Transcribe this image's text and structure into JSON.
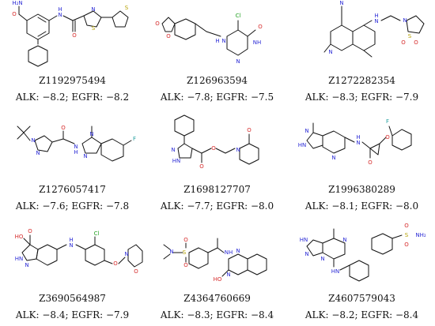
{
  "compounds": [
    {
      "id": "Z1192975494",
      "alk": "−8.2",
      "egfr": "−8.2",
      "atoms": [
        {
          "t": "H₂N",
          "c": "#2b2bd6"
        },
        {
          "t": "O",
          "c": "#d62b2b"
        },
        {
          "t": "N",
          "c": "#2b2bd6"
        },
        {
          "t": "H",
          "c": "#2b2bd6"
        },
        {
          "t": "O",
          "c": "#d62b2b"
        },
        {
          "t": "S",
          "c": "#b5a000"
        },
        {
          "t": "N",
          "c": "#2b2bd6"
        },
        {
          "t": "S",
          "c": "#b5a000"
        }
      ]
    },
    {
      "id": "Z126963594",
      "alk": "−7.8",
      "egfr": "−7.5",
      "atoms": [
        {
          "t": "O",
          "c": "#d62b2b"
        },
        {
          "t": "O",
          "c": "#d62b2b"
        },
        {
          "t": "H",
          "c": "#2b2bd6"
        },
        {
          "t": "N",
          "c": "#2b2bd6"
        },
        {
          "t": "Cl",
          "c": "#22a022"
        },
        {
          "t": "O",
          "c": "#d62b2b"
        },
        {
          "t": "NH",
          "c": "#2b2bd6"
        },
        {
          "t": "N",
          "c": "#2b2bd6"
        }
      ]
    },
    {
      "id": "Z1272282354",
      "alk": "−8.3",
      "egfr": "−7.9",
      "atoms": [
        {
          "t": "N",
          "c": "#2b2bd6"
        },
        {
          "t": "N",
          "c": "#2b2bd6"
        },
        {
          "t": "H",
          "c": "#2b2bd6"
        },
        {
          "t": "N",
          "c": "#2b2bd6"
        },
        {
          "t": "N",
          "c": "#2b2bd6"
        },
        {
          "t": "S",
          "c": "#b5a000"
        },
        {
          "t": "O",
          "c": "#d62b2b"
        },
        {
          "t": "O",
          "c": "#d62b2b"
        }
      ]
    },
    {
      "id": "Z1276057417",
      "alk": "−7.6",
      "egfr": "−7.8",
      "atoms": [
        {
          "t": "N",
          "c": "#2b2bd6"
        },
        {
          "t": "N",
          "c": "#2b2bd6"
        },
        {
          "t": "O",
          "c": "#d62b2b"
        },
        {
          "t": "N",
          "c": "#2b2bd6"
        },
        {
          "t": "H",
          "c": "#2b2bd6"
        },
        {
          "t": "N",
          "c": "#2b2bd6"
        },
        {
          "t": "N",
          "c": "#2b2bd6"
        },
        {
          "t": "F",
          "c": "#22a0a0"
        }
      ]
    },
    {
      "id": "Z1698127707",
      "alk": "−7.7",
      "egfr": "−8.0",
      "atoms": [
        {
          "t": "N",
          "c": "#2b2bd6"
        },
        {
          "t": "HN",
          "c": "#2b2bd6"
        },
        {
          "t": "O",
          "c": "#d62b2b"
        },
        {
          "t": "O",
          "c": "#d62b2b"
        },
        {
          "t": "N",
          "c": "#2b2bd6"
        },
        {
          "t": "O",
          "c": "#d62b2b"
        }
      ]
    },
    {
      "id": "Z1996380289",
      "alk": "−8.1",
      "egfr": "−8.0",
      "atoms": [
        {
          "t": "N",
          "c": "#2b2bd6"
        },
        {
          "t": "HN",
          "c": "#2b2bd6"
        },
        {
          "t": "N",
          "c": "#2b2bd6"
        },
        {
          "t": "H",
          "c": "#2b2bd6"
        },
        {
          "t": "N",
          "c": "#2b2bd6"
        },
        {
          "t": "O",
          "c": "#d62b2b"
        },
        {
          "t": "O",
          "c": "#d62b2b"
        },
        {
          "t": "F",
          "c": "#22a0a0"
        }
      ]
    },
    {
      "id": "Z3690564987",
      "alk": "−8.4",
      "egfr": "−7.9",
      "atoms": [
        {
          "t": "HO",
          "c": "#d62b2b"
        },
        {
          "t": "O",
          "c": "#d62b2b"
        },
        {
          "t": "HN",
          "c": "#2b2bd6"
        },
        {
          "t": "N",
          "c": "#2b2bd6"
        },
        {
          "t": "H",
          "c": "#2b2bd6"
        },
        {
          "t": "N",
          "c": "#2b2bd6"
        },
        {
          "t": "Cl",
          "c": "#22a022"
        },
        {
          "t": "O",
          "c": "#d62b2b"
        },
        {
          "t": "N",
          "c": "#2b2bd6"
        },
        {
          "t": "O",
          "c": "#d62b2b"
        }
      ]
    },
    {
      "id": "Z4364760669",
      "alk": "−8.3",
      "egfr": "−8.4",
      "atoms": [
        {
          "t": "N",
          "c": "#2b2bd6"
        },
        {
          "t": "S",
          "c": "#b5a000"
        },
        {
          "t": "O",
          "c": "#d62b2b"
        },
        {
          "t": "O",
          "c": "#d62b2b"
        },
        {
          "t": "NH",
          "c": "#2b2bd6"
        },
        {
          "t": "N",
          "c": "#2b2bd6"
        },
        {
          "t": "N",
          "c": "#2b2bd6"
        },
        {
          "t": "HO",
          "c": "#d62b2b"
        }
      ]
    },
    {
      "id": "Z4607579043",
      "alk": "−8.2",
      "egfr": "−8.4",
      "atoms": [
        {
          "t": "HN",
          "c": "#2b2bd6"
        },
        {
          "t": "N",
          "c": "#2b2bd6"
        },
        {
          "t": "N",
          "c": "#2b2bd6"
        },
        {
          "t": "N",
          "c": "#2b2bd6"
        },
        {
          "t": "HN",
          "c": "#2b2bd6"
        },
        {
          "t": "S",
          "c": "#b5a000"
        },
        {
          "t": "O",
          "c": "#d62b2b"
        },
        {
          "t": "O",
          "c": "#d62b2b"
        },
        {
          "t": "NH₂",
          "c": "#2b2bd6"
        }
      ]
    }
  ],
  "labels": {
    "alk": "ALK:",
    "egfr": "EGFR:",
    "sep": ";"
  }
}
